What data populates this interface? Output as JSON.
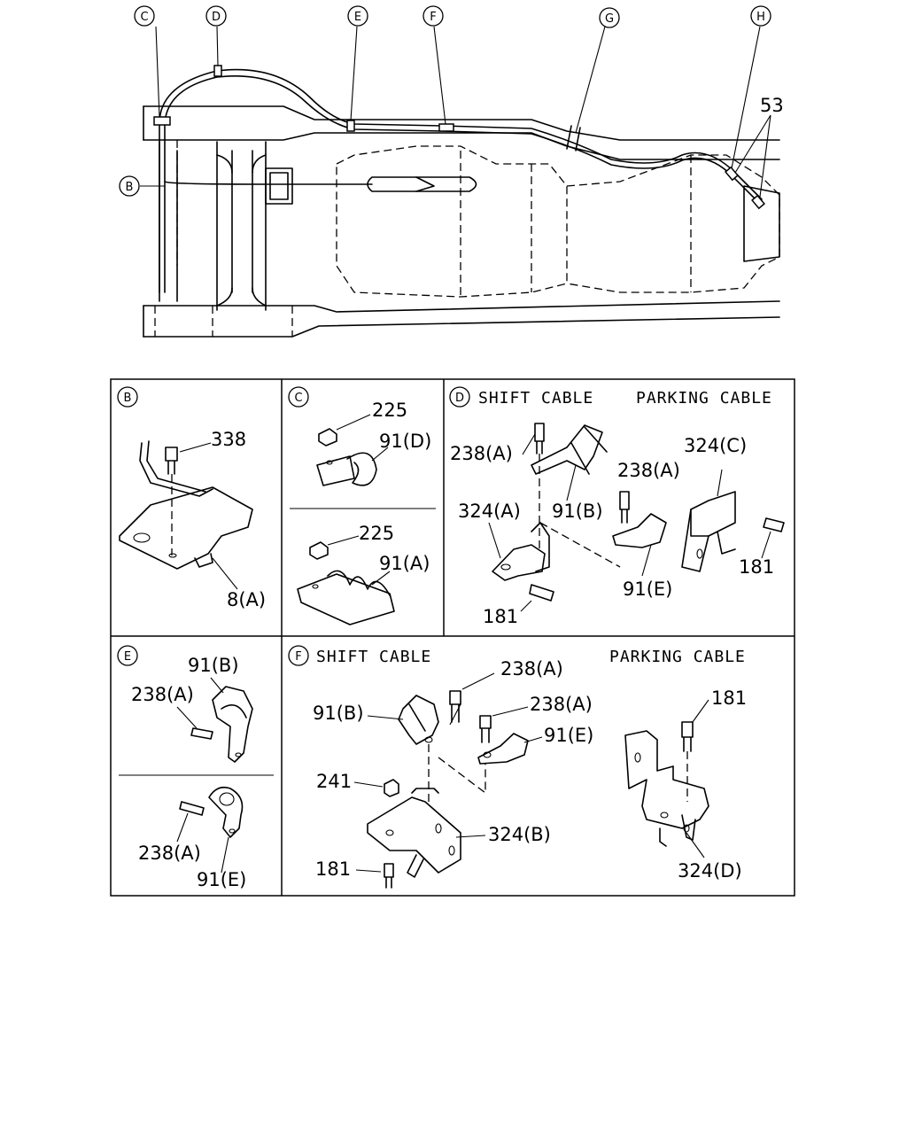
{
  "callouts": [
    "C",
    "D",
    "E",
    "F",
    "G",
    "H",
    "B"
  ],
  "top_part_label": "53",
  "panels": {
    "B": {
      "tag": "B",
      "parts": [
        "338",
        "8(A)"
      ]
    },
    "C": {
      "tag": "C",
      "top_parts": [
        "225",
        "91(D)"
      ],
      "bottom_parts": [
        "225",
        "91(A)"
      ]
    },
    "D": {
      "tag": "D",
      "header_left": "SHIFT CABLE",
      "header_right": "PARKING CABLE",
      "parts": [
        "238(A)",
        "324(C)",
        "238(A)",
        "324(A)",
        "91(B)",
        "181",
        "91(E)",
        "181"
      ]
    },
    "E": {
      "tag": "E",
      "top_parts": [
        "91(B)",
        "238(A)"
      ],
      "bottom_parts": [
        "238(A)",
        "91(E)"
      ]
    },
    "F": {
      "tag": "F",
      "header_left": "SHIFT CABLE",
      "header_right": "PARKING CABLE",
      "parts": [
        "238(A)",
        "91(B)",
        "238(A)",
        "91(E)",
        "181",
        "241",
        "324(B)",
        "181",
        "324(D)"
      ]
    }
  }
}
